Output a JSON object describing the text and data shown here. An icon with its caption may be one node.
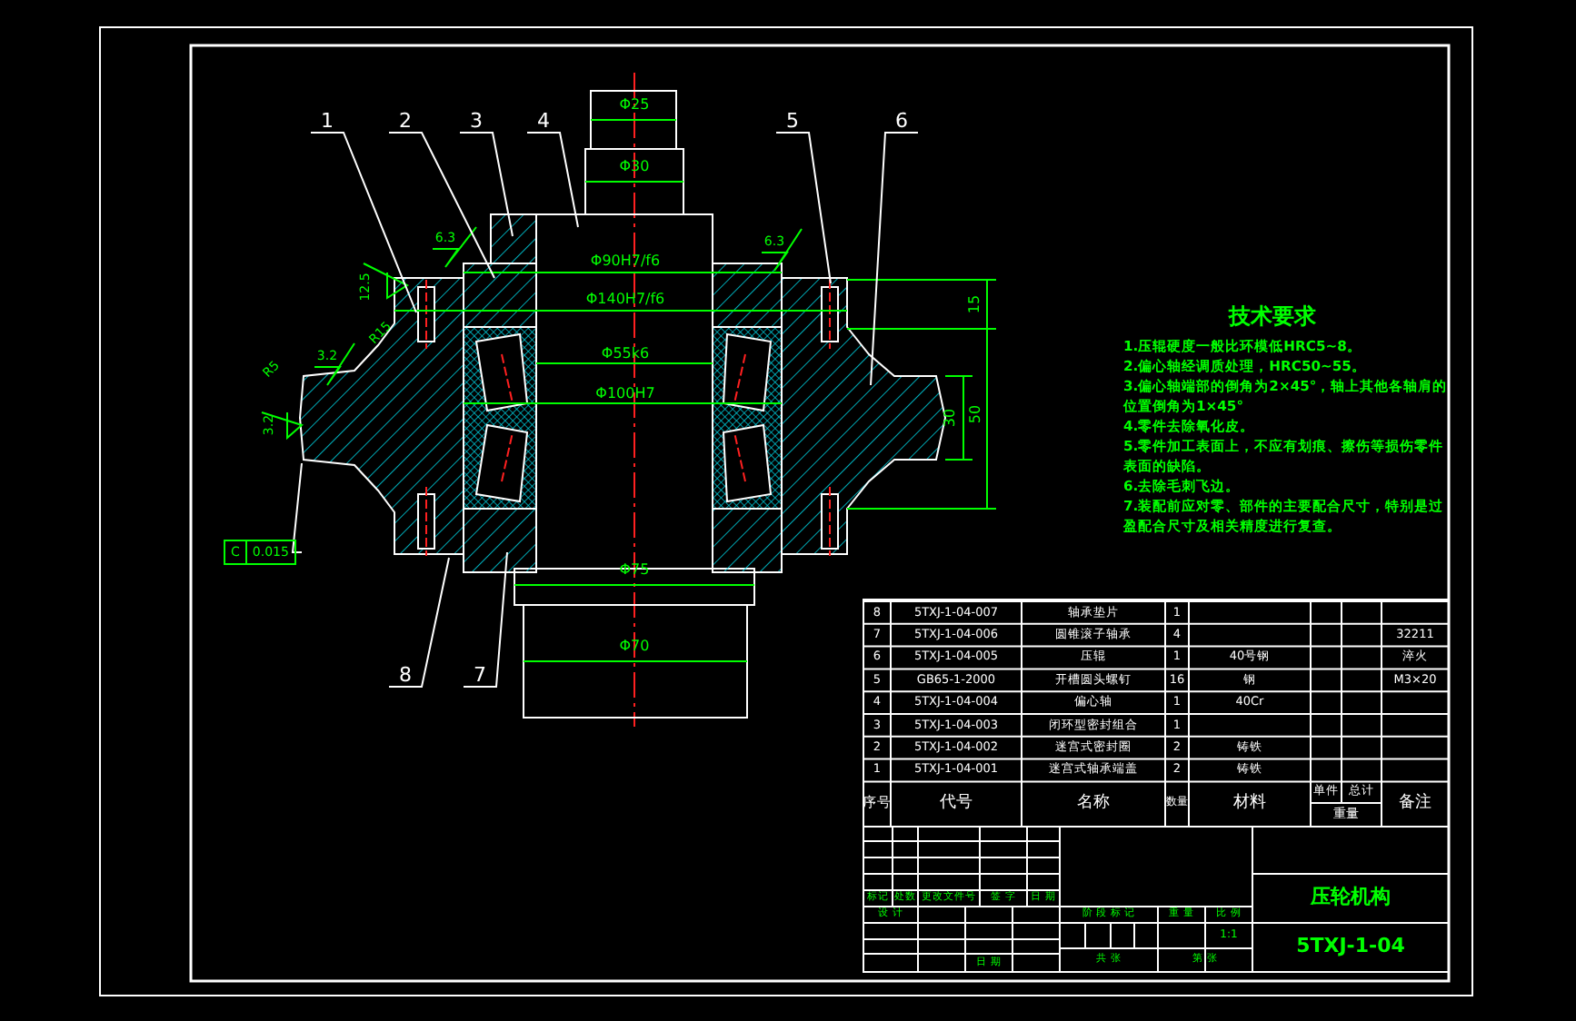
{
  "diagram": {
    "nodes": [
      {
        "text": [
          "1"
        ]
      },
      {
        "text": [
          "2"
        ]
      },
      {
        "text": [
          "3"
        ]
      },
      {
        "text": [
          "4"
        ]
      },
      {
        "text": [
          "5"
        ]
      },
      {
        "text": [
          "6"
        ]
      },
      {
        "text": [
          "8"
        ]
      },
      {
        "text": [
          "7"
        ]
      },
      {
        "text": [
          "C",
          "0.015"
        ]
      }
    ],
    "edges": [
      {
        "from": 0,
        "to": null,
        "arrow": "none"
      },
      {
        "from": 1,
        "to": null,
        "arrow": "none"
      },
      {
        "from": 2,
        "to": null,
        "arrow": "none"
      },
      {
        "from": 3,
        "to": null,
        "arrow": "none"
      },
      {
        "from": 4,
        "to": null,
        "arrow": "none"
      },
      {
        "from": 5,
        "to": null,
        "arrow": "none"
      },
      {
        "from": 6,
        "to": null,
        "arrow": "none"
      },
      {
        "from": 7,
        "to": null,
        "arrow": "none"
      },
      {
        "from": 8,
        "to": null,
        "arrow": "none"
      }
    ],
    "labels": [
      "Φ25",
      "Φ30",
      "Φ90H7/f6",
      "Φ140H7/f6",
      "Φ55k6",
      "Φ100H7",
      "Φ75",
      "Φ70",
      "15",
      "30",
      "50",
      "6.3",
      "6.3",
      "12.5",
      "R15",
      "3.2",
      "R5",
      "3.2",
      "技术要求",
      "1.压辊硬度一般比环模低HRC5~8。",
      "2.偏心轴经调质处理，HRC50~55。",
      "3.偏心轴端部的倒角为2×45°，轴上其他各轴肩的位置倒角为1×45°",
      "4.零件去除氧化皮。",
      "5.零件加工表面上，不应有划痕、擦伤等损伤零件表面的缺陷。",
      "6.去除毛刺飞边。",
      "7.装配前应对零、部件的主要配合尺寸，特别是过盈配合尺寸及相关精度进行复查。",
      "8",
      "5TXJ-1-04-007",
      "轴承垫片",
      "1",
      "7",
      "5TXJ-1-04-006",
      "圆锥滚子轴承",
      "4",
      "32211",
      "6",
      "5TXJ-1-04-005",
      "压辊",
      "1",
      "40号钢",
      "淬火",
      "5",
      "GB65-1-2000",
      "开槽圆头螺钉",
      "16",
      "钢",
      "M3×20",
      "4",
      "5TXJ-1-04-004",
      "偏心轴",
      "1",
      "40Cr",
      "3",
      "5TXJ-1-04-003",
      "闭环型密封组合",
      "1",
      "2",
      "5TXJ-1-04-002",
      "迷宫式密封圈",
      "2",
      "铸铁",
      "1",
      "5TXJ-1-04-001",
      "迷宫式轴承端盖",
      "2",
      "铸铁",
      "序号",
      "代号",
      "名称",
      "数量",
      "材料",
      "单件",
      "总计",
      "备注",
      "重量",
      "标记",
      "处数",
      "更改文件号",
      "签 字",
      "日 期",
      "压轮机构",
      "设 计",
      "阶 段 标 记",
      "重 量",
      "比 例",
      "1:1",
      "5TXJ-1-04",
      "日 期",
      "共 张",
      "第 张"
    ]
  }
}
